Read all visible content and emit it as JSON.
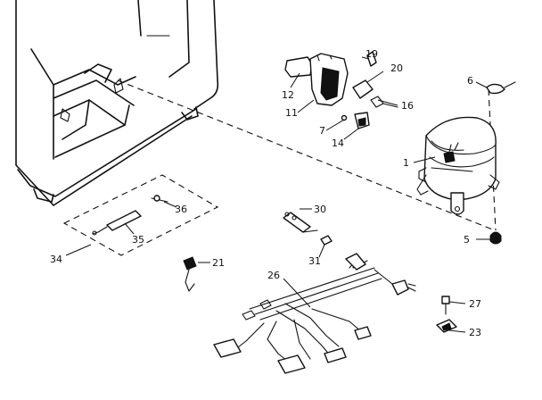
{
  "callouts": {
    "c1": "1",
    "c5": "5",
    "c6": "6",
    "c7": "7",
    "c11": "11",
    "c12": "12",
    "c14": "14",
    "c16": "16",
    "c19": "19",
    "c20": "20",
    "c21": "21",
    "c23": "23",
    "c26": "26",
    "c27": "27",
    "c30": "30",
    "c31": "31",
    "c34": "34",
    "c35": "35",
    "c36": "36"
  }
}
